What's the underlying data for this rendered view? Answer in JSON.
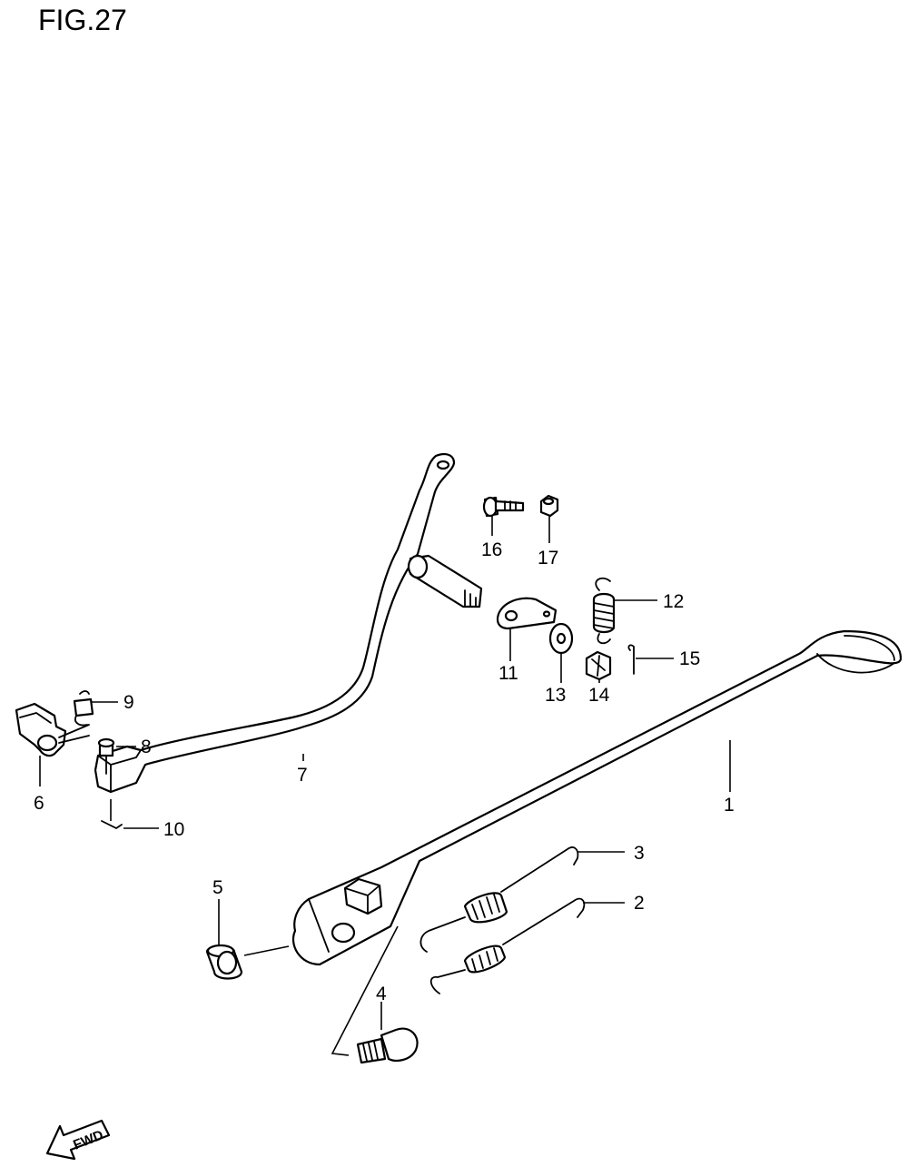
{
  "figure": {
    "title": "FIG.27"
  },
  "parts": [
    {
      "id": "1",
      "label": "1"
    },
    {
      "id": "2",
      "label": "2"
    },
    {
      "id": "3",
      "label": "3"
    },
    {
      "id": "4",
      "label": "4"
    },
    {
      "id": "5",
      "label": "5"
    },
    {
      "id": "6",
      "label": "6"
    },
    {
      "id": "7",
      "label": "7"
    },
    {
      "id": "8",
      "label": "8"
    },
    {
      "id": "9",
      "label": "9"
    },
    {
      "id": "10",
      "label": "10"
    },
    {
      "id": "11",
      "label": "11"
    },
    {
      "id": "12",
      "label": "12"
    },
    {
      "id": "13",
      "label": "13"
    },
    {
      "id": "14",
      "label": "14"
    },
    {
      "id": "15",
      "label": "15"
    },
    {
      "id": "16",
      "label": "16"
    },
    {
      "id": "17",
      "label": "17"
    }
  ],
  "direction_indicator": {
    "text": "FWD"
  }
}
